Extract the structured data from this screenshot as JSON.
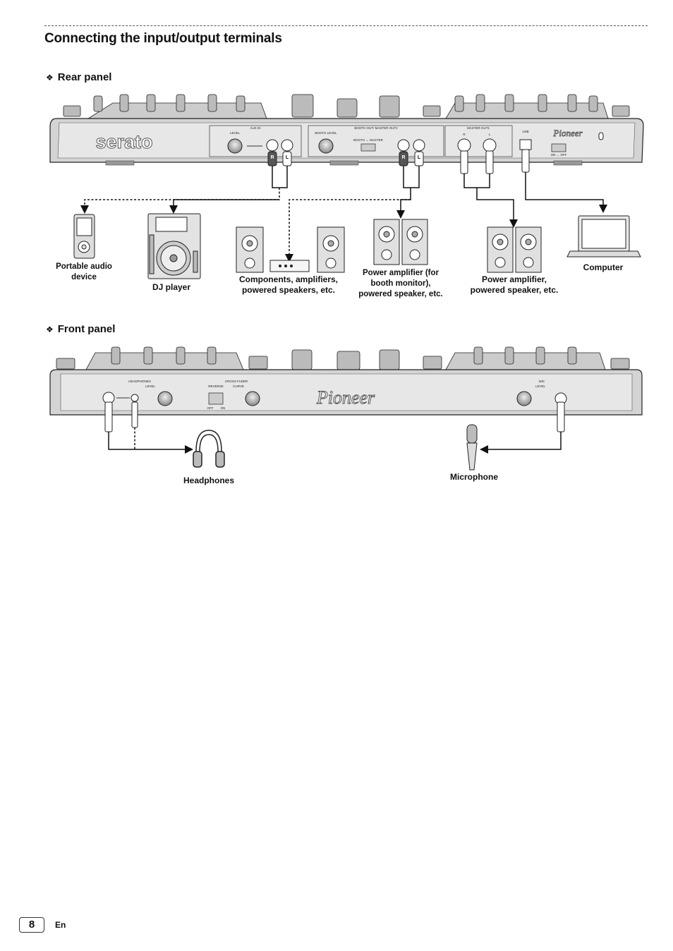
{
  "page": {
    "title": "Connecting the input/output terminals",
    "number": "8",
    "language": "En"
  },
  "rear_panel": {
    "heading": "Rear panel",
    "brand_logo": "serato",
    "maker_logo": "Pioneer",
    "panel_labels": {
      "aux_in": "AUX IN",
      "level": "LEVEL",
      "booth_level": "BOOTH LEVEL",
      "booth_master_out": "BOOTH OUT/ MASTER OUT2",
      "booth_master_switch": "BOOTH ↔ MASTER",
      "master_out": "MASTER OUT1",
      "usb": "USB",
      "on_off": "ON ↔ OFF",
      "r": "R",
      "l": "L"
    },
    "devices": {
      "portable": "Portable audio device",
      "dj_player": "DJ player",
      "components": "Components, amplifiers, powered speakers, etc.",
      "booth": "Power amplifier (for booth monitor), powered speaker, etc.",
      "power_amp": "Power amplifier, powered speaker, etc.",
      "computer": "Computer"
    }
  },
  "front_panel": {
    "heading": "Front panel",
    "maker_logo": "Pioneer",
    "panel_labels": {
      "headphones": "HEADPHONES",
      "level": "LEVEL",
      "cross_fader": "CROSS FADER",
      "reverse": "REVERSE",
      "curve": "CURVE",
      "mic": "MIC",
      "off": "OFF",
      "on": "ON"
    },
    "devices": {
      "headphones": "Headphones",
      "microphone": "Microphone"
    }
  }
}
